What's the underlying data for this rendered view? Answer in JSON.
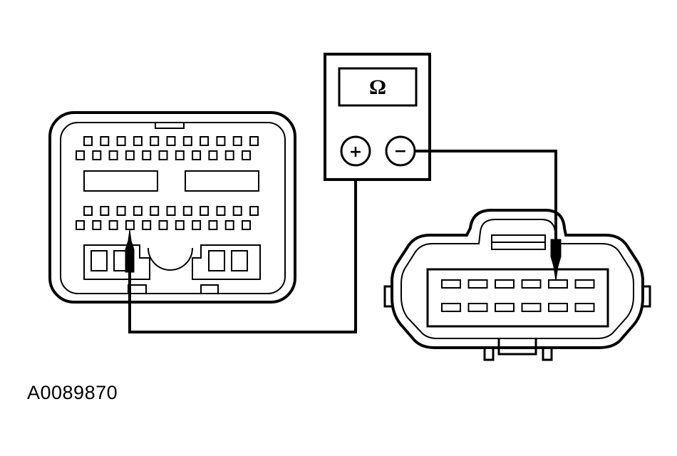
{
  "figure": {
    "id": "A0089870"
  },
  "meter": {
    "display_symbol": "Ω",
    "positive_jack_symbol": "+",
    "negative_jack_symbol": "−",
    "icon": "ohmmeter-icon"
  },
  "connectors": [
    {
      "name": "module-connector",
      "icon": "multi-pin-connector-icon"
    },
    {
      "name": "harness-connector",
      "icon": "weatherproof-connector-icon"
    }
  ],
  "colors": {
    "ink": "#000000",
    "background": "#ffffff"
  }
}
